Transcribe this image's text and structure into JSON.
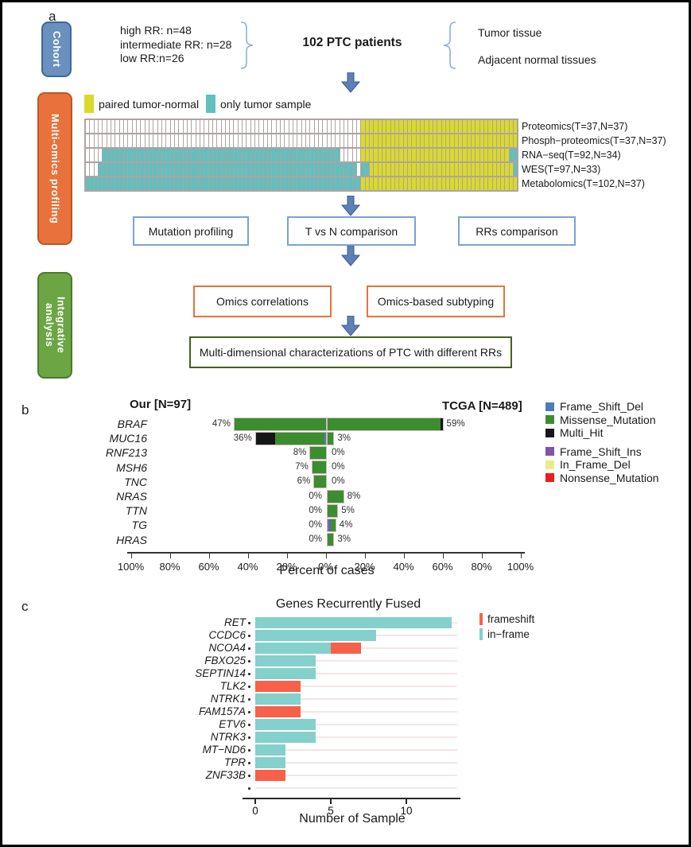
{
  "panel_a": {
    "label": "a",
    "cohort_box": "Cohort",
    "rr_lines": [
      "high RR: n=48",
      "intermediate RR: n=28",
      "low RR:n=26"
    ],
    "patients": "102 PTC patients",
    "tissues": [
      "Tumor tissue",
      "Adjacent normal tissues"
    ],
    "multiomics_box": "Multi-omics profiling",
    "sample_legend": [
      {
        "label": "paired tumor-normal",
        "color": "#d9da2a"
      },
      {
        "label": "only tumor sample",
        "color": "#5fc0bf"
      }
    ],
    "grid": {
      "columns": 102,
      "colors": {
        "w": "#ffffff",
        "t": "#5fc0bf",
        "y": "#d9da2a"
      },
      "rows": [
        {
          "label": "Proteomics(T=37,N=37)",
          "segments": [
            [
              "w",
              65
            ],
            [
              "y",
              37
            ]
          ]
        },
        {
          "label": "Phosph−proteomics(T=37,N=37)",
          "segments": [
            [
              "w",
              65
            ],
            [
              "y",
              37
            ]
          ]
        },
        {
          "label": "RNA−seq(T=92,N=34)",
          "segments": [
            [
              "w",
              4
            ],
            [
              "t",
              56
            ],
            [
              "w",
              5
            ],
            [
              "y",
              35
            ],
            [
              "t",
              2
            ]
          ]
        },
        {
          "label": "WES(T=97,N=33)",
          "segments": [
            [
              "w",
              3
            ],
            [
              "t",
              61
            ],
            [
              "w",
              1
            ],
            [
              "t",
              2
            ],
            [
              "y",
              34
            ],
            [
              "t",
              1
            ]
          ]
        },
        {
          "label": "Metabolomics(T=102,N=37)",
          "segments": [
            [
              "t",
              65
            ],
            [
              "y",
              37
            ]
          ]
        }
      ]
    },
    "flow_boxes": [
      "Mutation profiling",
      "T vs N comparison",
      "RRs comparison"
    ],
    "integrative_box": "Integrative analysis",
    "analysis_boxes": [
      "Omics correlations",
      "Omics-based subtyping"
    ],
    "final_box": "Multi-dimensional characterizations of PTC with different RRs"
  },
  "panel_b": {
    "label": "b",
    "title_left": "Our [N=97]",
    "title_right": "TCGA [N=489]",
    "xlabel": "Percent of cases",
    "legend": [
      {
        "label": "Frame_Shift_Del",
        "color": "#4a7ebb"
      },
      {
        "label": "Missense_Mutation",
        "color": "#3c8d2f"
      },
      {
        "label": "Multi_Hit",
        "color": "#161616"
      },
      {
        "label": "Frame_Shift_Ins",
        "color": "#7d55a5"
      },
      {
        "label": "In_Frame_Del",
        "color": "#ecec87"
      },
      {
        "label": "Nonsense_Mutation",
        "color": "#ea1c1c"
      }
    ]
  },
  "panel_c": {
    "label": "c",
    "title": "Genes Recurrently Fused",
    "xlabel": "Number of Sample",
    "legend": [
      {
        "label": "frameshift",
        "color": "#f8604a"
      },
      {
        "label": "in−frame",
        "color": "#84d0cc"
      }
    ]
  },
  "chart_data": [
    {
      "type": "bar",
      "orientation": "horizontal-mirrored",
      "title_left": "Our [N=97]",
      "title_right": "TCGA [N=489]",
      "xlabel": "Percent of cases",
      "axis_ticks": [
        "100%",
        "80%",
        "60%",
        "40%",
        "20%",
        "0%",
        "20%",
        "40%",
        "60%",
        "80%",
        "100%"
      ],
      "genes": [
        {
          "gene": "BRAF",
          "our_label": "47%",
          "tcga_label": "59%",
          "our": [
            {
              "type": "Missense_Mutation",
              "value": 47
            }
          ],
          "tcga": [
            {
              "type": "Missense_Mutation",
              "value": 58
            },
            {
              "type": "Multi_Hit",
              "value": 1
            }
          ]
        },
        {
          "gene": "MUC16",
          "our_label": "36%",
          "tcga_label": "3%",
          "our": [
            {
              "type": "Multi_Hit",
              "value": 10
            },
            {
              "type": "Missense_Mutation",
              "value": 25
            },
            {
              "type": "Frame_Shift_Del",
              "value": 1
            }
          ],
          "tcga": [
            {
              "type": "Missense_Mutation",
              "value": 3
            }
          ]
        },
        {
          "gene": "RNF213",
          "our_label": "8%",
          "tcga_label": "0%",
          "our": [
            {
              "type": "Missense_Mutation",
              "value": 8
            }
          ],
          "tcga": []
        },
        {
          "gene": "MSH6",
          "our_label": "7%",
          "tcga_label": "0%",
          "our": [
            {
              "type": "Missense_Mutation",
              "value": 7
            }
          ],
          "tcga": []
        },
        {
          "gene": "TNC",
          "our_label": "6%",
          "tcga_label": "0%",
          "our": [
            {
              "type": "Missense_Mutation",
              "value": 6
            }
          ],
          "tcga": []
        },
        {
          "gene": "NRAS",
          "our_label": "0%",
          "tcga_label": "8%",
          "our": [],
          "tcga": [
            {
              "type": "Missense_Mutation",
              "value": 8
            }
          ]
        },
        {
          "gene": "TTN",
          "our_label": "0%",
          "tcga_label": "5%",
          "our": [],
          "tcga": [
            {
              "type": "Missense_Mutation",
              "value": 5
            }
          ]
        },
        {
          "gene": "TG",
          "our_label": "0%",
          "tcga_label": "4%",
          "our": [],
          "tcga": [
            {
              "type": "Frame_Shift_Del",
              "value": 0.8
            },
            {
              "type": "Frame_Shift_Ins",
              "value": 0.8
            },
            {
              "type": "Missense_Mutation",
              "value": 2.4
            }
          ]
        },
        {
          "gene": "HRAS",
          "our_label": "0%",
          "tcga_label": "3%",
          "our": [],
          "tcga": [
            {
              "type": "Missense_Mutation",
              "value": 3
            }
          ]
        }
      ]
    },
    {
      "type": "bar",
      "orientation": "horizontal",
      "title": "Genes Recurrently Fused",
      "xlabel": "Number of Sample",
      "x_ticks": [
        0,
        5,
        10
      ],
      "xlim": [
        0,
        13.5
      ],
      "genes": [
        {
          "gene": "RET",
          "in_frame": 13,
          "frameshift": 0
        },
        {
          "gene": "CCDC6",
          "in_frame": 8,
          "frameshift": 0
        },
        {
          "gene": "NCOA4",
          "in_frame": 5,
          "frameshift": 2
        },
        {
          "gene": "FBXO25",
          "in_frame": 4,
          "frameshift": 0
        },
        {
          "gene": "SEPTIN14",
          "in_frame": 4,
          "frameshift": 0
        },
        {
          "gene": "TLK2",
          "in_frame": 0,
          "frameshift": 3
        },
        {
          "gene": "NTRK1",
          "in_frame": 3,
          "frameshift": 0
        },
        {
          "gene": "FAM157A",
          "in_frame": 0,
          "frameshift": 3
        },
        {
          "gene": "ETV6",
          "in_frame": 4,
          "frameshift": 0
        },
        {
          "gene": "NTRK3",
          "in_frame": 4,
          "frameshift": 0
        },
        {
          "gene": "MT−ND6",
          "in_frame": 2,
          "frameshift": 0
        },
        {
          "gene": "TPR",
          "in_frame": 2,
          "frameshift": 0
        },
        {
          "gene": "ZNF33B",
          "in_frame": 0,
          "frameshift": 2
        }
      ]
    }
  ]
}
